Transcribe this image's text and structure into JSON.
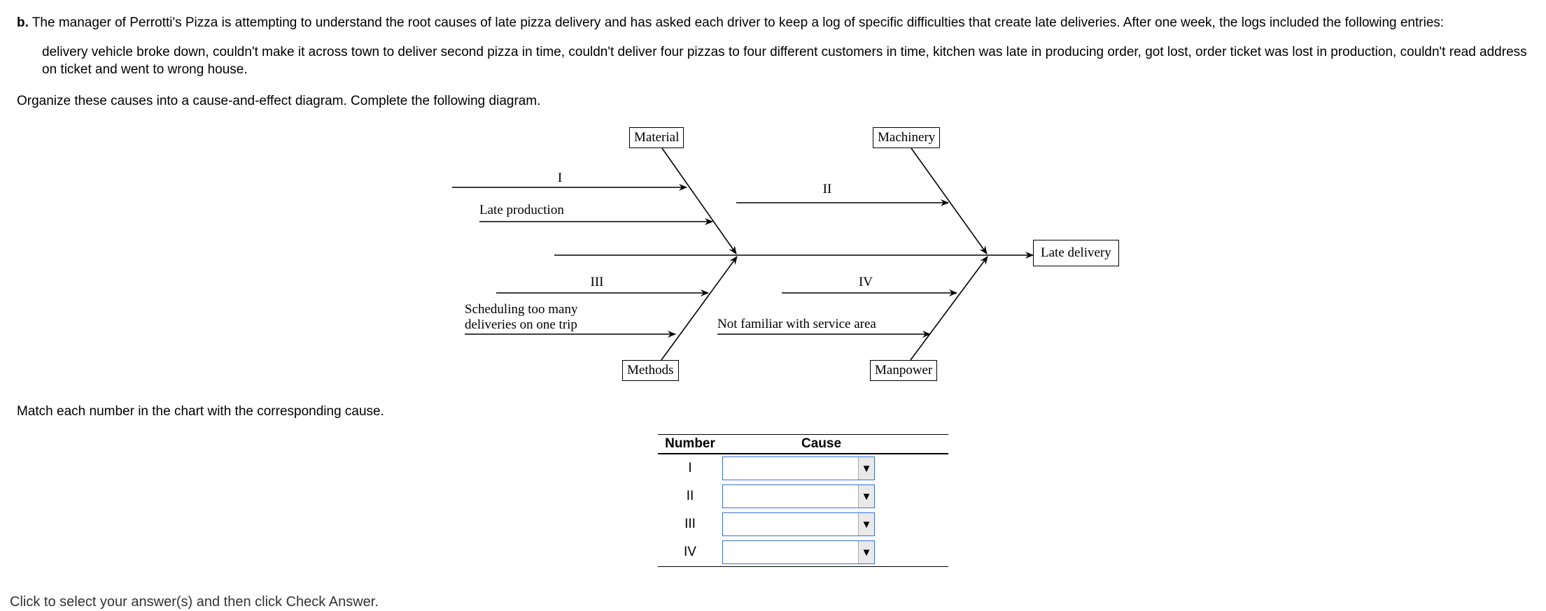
{
  "problem": {
    "part_label": "b.",
    "intro": " The manager of Perrotti's Pizza is attempting to understand the root causes of late pizza delivery and has asked each driver to keep a log of specific difficulties that create late deliveries. After one week, the logs included the following entries:",
    "entries": "delivery vehicle broke down, couldn't make it across town to deliver second pizza in time, couldn't deliver four pizzas to four different customers in time, kitchen was late in producing order, got lost, order ticket was lost in production, couldn't read address on ticket and went to wrong house.",
    "instruction": "Organize these causes into a cause-and-effect diagram. Complete the following diagram.",
    "match_instruction": "Match each number in the chart with the corresponding cause.",
    "footer": "Click to select your answer(s) and then click Check Answer."
  },
  "diagram": {
    "categories": {
      "material": "Material",
      "machinery": "Machinery",
      "methods": "Methods",
      "manpower": "Manpower"
    },
    "effect": "Late delivery",
    "labels": {
      "i": "I",
      "ii": "II",
      "iii": "III",
      "iv": "IV",
      "late_production": "Late production",
      "scheduling_line1": "Scheduling too many",
      "scheduling_line2": "deliveries on one trip",
      "not_familiar": "Not familiar with service area"
    }
  },
  "match_table": {
    "headers": {
      "number": "Number",
      "cause": "Cause"
    },
    "rows": [
      {
        "number": "I",
        "selected": ""
      },
      {
        "number": "II",
        "selected": ""
      },
      {
        "number": "III",
        "selected": ""
      },
      {
        "number": "IV",
        "selected": ""
      }
    ],
    "dropdown_icon": "triangle-down-icon"
  }
}
